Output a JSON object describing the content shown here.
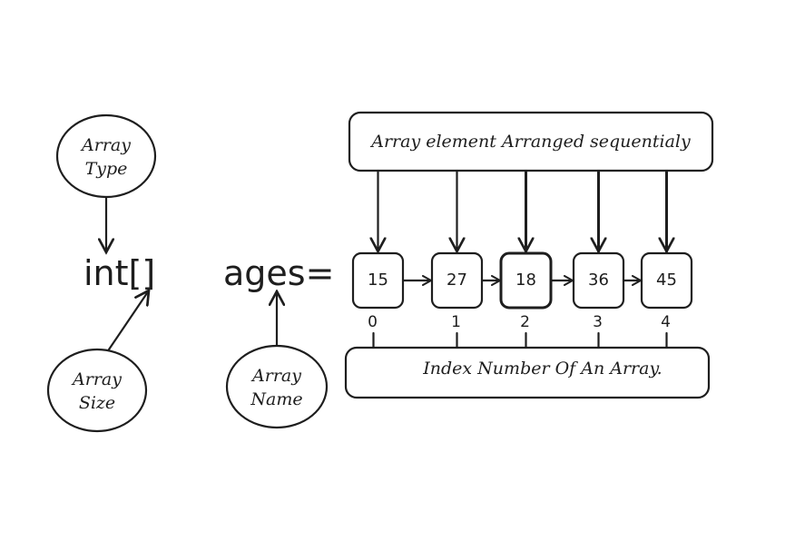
{
  "labels": {
    "array_type_line1": "Array",
    "array_type_line2": "Type",
    "array_size_line1": "Array",
    "array_size_line2": "Size",
    "array_name_line1": "Array",
    "array_name_line2": "Name",
    "type_code": "int[]",
    "name_code": "ages=",
    "elements_caption": "Array element Arranged sequentialy",
    "index_caption": "Index Number Of An Array."
  },
  "elements": [
    {
      "value": "15",
      "index": "0"
    },
    {
      "value": "27",
      "index": "1"
    },
    {
      "value": "18",
      "index": "2"
    },
    {
      "value": "36",
      "index": "3"
    },
    {
      "value": "45",
      "index": "4"
    }
  ]
}
